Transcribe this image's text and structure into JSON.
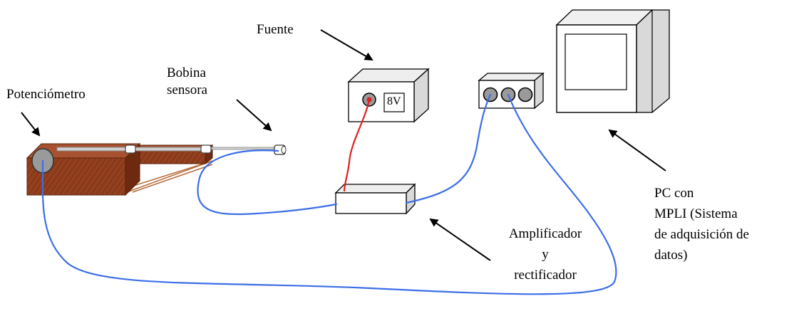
{
  "labels": {
    "fuente": "Fuente",
    "bobina_line1": "Bobina",
    "bobina_line2": "sensora",
    "potenciometro": "Potenciómetro",
    "pc_line1": "PC con",
    "pc_line2": "MPLI (Sistema",
    "pc_line3": "de adquisición de",
    "pc_line4": "datos)",
    "amp_line1": "Amplificador",
    "amp_line2": "y",
    "amp_line3": "rectificador",
    "voltage": "8V"
  },
  "colors": {
    "cable_blue": "#3c6ee8",
    "cable_red": "#e02020",
    "wood": "#8b3a1a",
    "wood_dark": "#6e2a10",
    "box_face": "#ffffff",
    "box_side": "#d9d9d9",
    "knob": "#9a9a9a"
  }
}
